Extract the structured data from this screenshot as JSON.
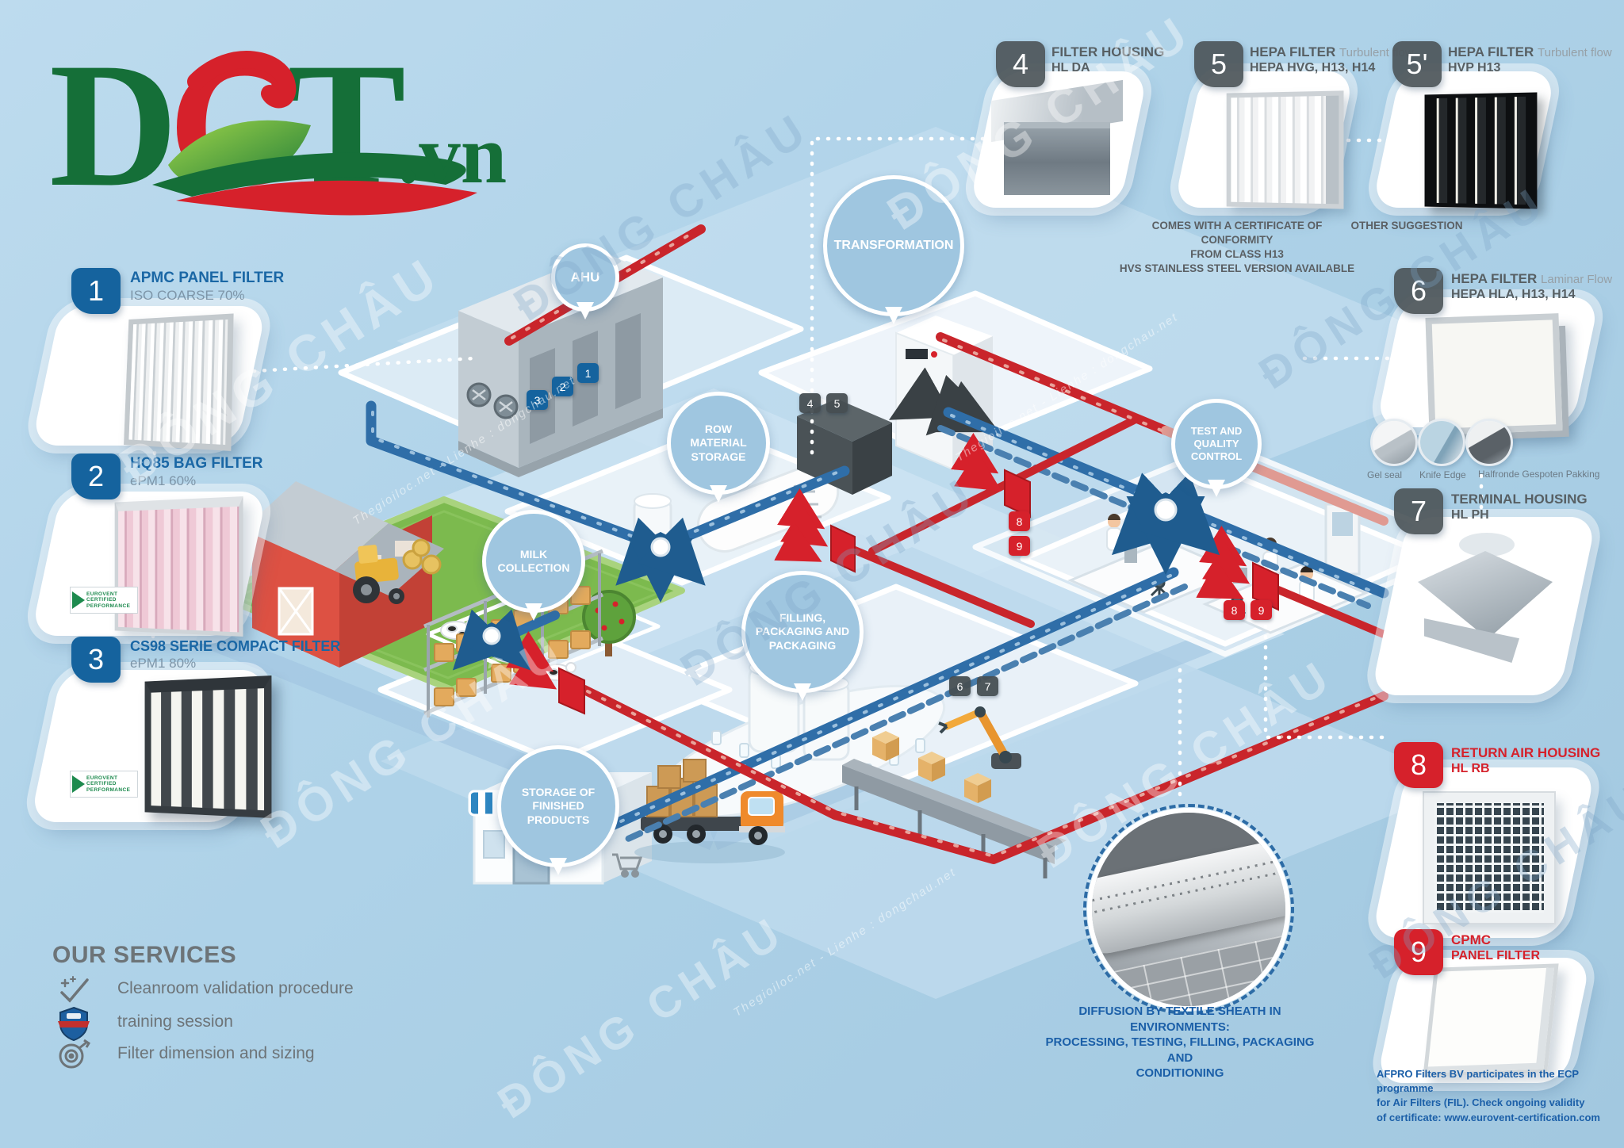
{
  "colors": {
    "accent_blue": "#15639e",
    "accent_red": "#d6212b",
    "badge_gray": "#4e565a",
    "sky": "#aed2e8",
    "pipe_blue": "#2f6ea8",
    "pipe_red": "#c9252b"
  },
  "logo": {
    "d": "D",
    "c": "C",
    "t": "T",
    "suffix": ".vn"
  },
  "watermark": {
    "main": "ĐÔNG CHÂU",
    "sub": "Thegioiloc.net - Lienhe : dongchau.net"
  },
  "products": {
    "left": [
      {
        "num": "1",
        "title": "APMC PANEL FILTER",
        "subtitle": "ISO COARSE 70%"
      },
      {
        "num": "2",
        "title": "HQ85 BAG FILTER",
        "subtitle": "ePM1 60%"
      },
      {
        "num": "3",
        "title": "CS98 SERIE COMPACT FILTER",
        "subtitle": "ePM1 80%"
      }
    ],
    "top": [
      {
        "num": "4",
        "title": "FILTER HOUSING",
        "flow": "",
        "subtitle": "HL DA"
      },
      {
        "num": "5",
        "title": "HEPA FILTER",
        "flow": "Turbulent flow",
        "subtitle": "HEPA HVG, H13, H14"
      },
      {
        "num": "5'",
        "title": "HEPA FILTER",
        "flow": "Turbulent flow",
        "subtitle": "HVP H13"
      }
    ],
    "right": [
      {
        "num": "6",
        "title": "HEPA FILTER",
        "flow": "Laminar Flow",
        "subtitle": "HEPA HLA, H13, H14"
      },
      {
        "num": "7",
        "title": "TERMINAL HOUSING",
        "subtitle": "HL PH"
      },
      {
        "num": "8",
        "title": "RETURN AIR HOUSING",
        "subtitle": "HL RB"
      },
      {
        "num": "9",
        "title": "CPMC",
        "subtitle": "PANEL FILTER"
      }
    ],
    "variants6": [
      "Gel seal",
      "Knife Edge",
      "Halfronde Gespoten Pakking"
    ],
    "eurovent": [
      "EUROVENT",
      "CERTIFIED",
      "PERFORMANCE"
    ]
  },
  "notes": {
    "certificate_1": "COMES WITH A CERTIFICATE OF CONFORMITY",
    "certificate_2": "FROM CLASS H13",
    "stainless": "HVS STAINLESS STEEL VERSION AVAILABLE",
    "other": "OTHER SUGGESTION",
    "afpro_1": "AFPRO Filters BV participates in the ECP programme",
    "afpro_2": "for Air Filters (FIL). Check ongoing validity",
    "afpro_3": "of certificate: www.eurovent-certification.com",
    "diffusion_1": "DIFFUSION BY TEXTILE SHEATH IN ENVIRONMENTS:",
    "diffusion_2": "PROCESSING, TESTING, FILLING, PACKAGING AND",
    "diffusion_3": "CONDITIONING"
  },
  "services": {
    "title": "OUR SERVICES",
    "items": [
      {
        "label": "Cleanroom validation procedure"
      },
      {
        "label": "training session"
      },
      {
        "label": "Filter dimension and sizing"
      }
    ]
  },
  "diagram": {
    "bubbles": {
      "ahu": "AHU",
      "row": "ROW MATERIAL STORAGE",
      "milk": "MILK COLLECTION",
      "transformation": "TRANSFORMATION",
      "filling": "FILLING, PACKAGING AND PACKAGING",
      "test": "TEST AND QUALITY CONTROL",
      "storage": "STORAGE OF FINISHED PRODUCTS"
    },
    "markers": {
      "ahu": [
        "3",
        "2",
        "1"
      ],
      "transformation": [
        "4",
        "5"
      ],
      "filling": [
        "6",
        "7"
      ],
      "ret": [
        "8",
        "9"
      ]
    }
  }
}
